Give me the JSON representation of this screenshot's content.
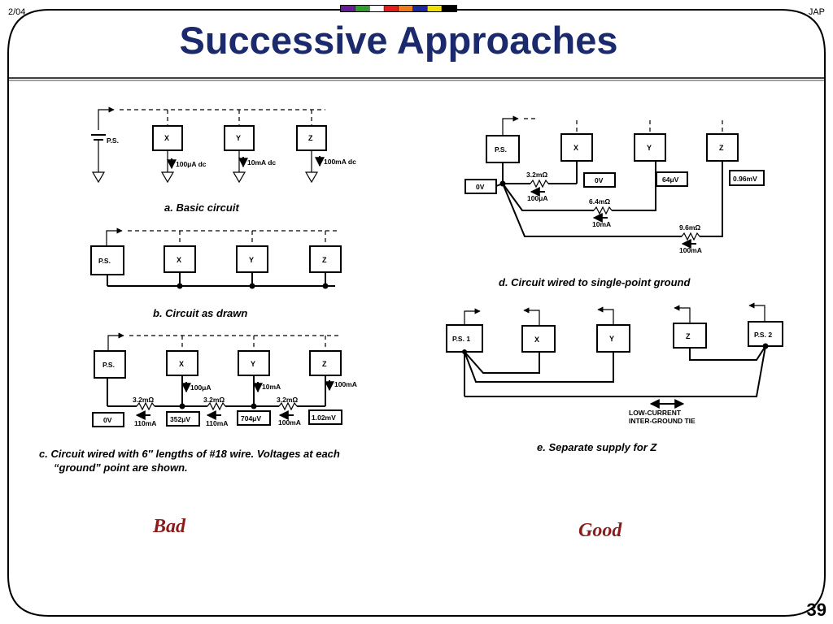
{
  "header": {
    "date": "2/04",
    "author": "JAP",
    "title": "Successive Approaches",
    "page_number": "39",
    "color_bar": [
      "#6a1b9a",
      "#2e9e2e",
      "#ffffff",
      "#e41c1c",
      "#f07a1a",
      "#1a2a9c",
      "#f0e000",
      "#000000"
    ]
  },
  "verdicts": {
    "bad": "Bad",
    "good": "Good"
  },
  "labels": {
    "ps": "P.S.",
    "ps1": "P.S. 1",
    "ps2": "P.S. 2",
    "x": "X",
    "y": "Y",
    "z": "Z",
    "i_x": "100μA dc",
    "i_y": "10mA dc",
    "i_z": "100mA dc",
    "i_100ua": "100μA",
    "i_10ma": "10mA",
    "i_100ma": "100mA",
    "i_110ma": "110mA",
    "r_32": "3.2mΩ",
    "r_64": "6.4mΩ",
    "r_96": "9.6mΩ",
    "v_0": "0V",
    "v_352": "352μV",
    "v_704": "704μV",
    "v_102": "1.02mV",
    "v_64u": "64μV",
    "v_096": "0.96mV",
    "tie_1": "LOW-CURRENT",
    "tie_2": "INTER-GROUND TIE"
  },
  "captions": {
    "a": "a.  Basic circuit",
    "b": "b.  Circuit as drawn",
    "c1": "c.  Circuit wired with 6″ lengths of #18 wire. Voltages at each",
    "c2": "“ground” point are shown.",
    "d": "d.  Circuit wired to single-point ground",
    "e": "e.  Separate supply for Z"
  }
}
